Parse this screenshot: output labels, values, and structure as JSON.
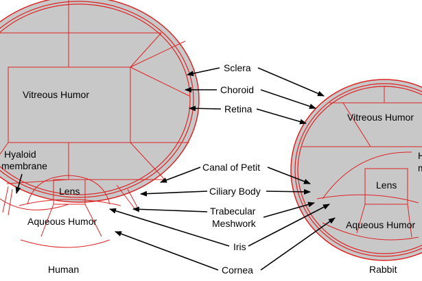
{
  "colors": {
    "eye_fill": "#c8c8c8",
    "mesh_line": "#dd2222",
    "arrow": "#000000",
    "background": "#ffffff"
  },
  "human": {
    "caption": "Human",
    "vitreous": "Vitreous Humor",
    "hyaloid_line1": "Hyaloid",
    "hyaloid_line2": "membrane",
    "lens": "Lens",
    "aqueous": "Aqueous Humor"
  },
  "rabbit": {
    "caption": "Rabbit",
    "vitreous": "Vitreous Humor",
    "lens": "Lens",
    "aqueous": "Aqueous Humor",
    "cut_label_1": "H",
    "cut_label_2": "m"
  },
  "structures": {
    "sclera": "Sclera",
    "choroid": "Choroid",
    "retina": "Retina",
    "canal_of_petit": "Canal of Petit",
    "ciliary_body": "Ciliary Body",
    "trabecular_1": "Trabecular",
    "trabecular_2": "Meshwork",
    "iris": "Iris",
    "cornea": "Cornea"
  }
}
